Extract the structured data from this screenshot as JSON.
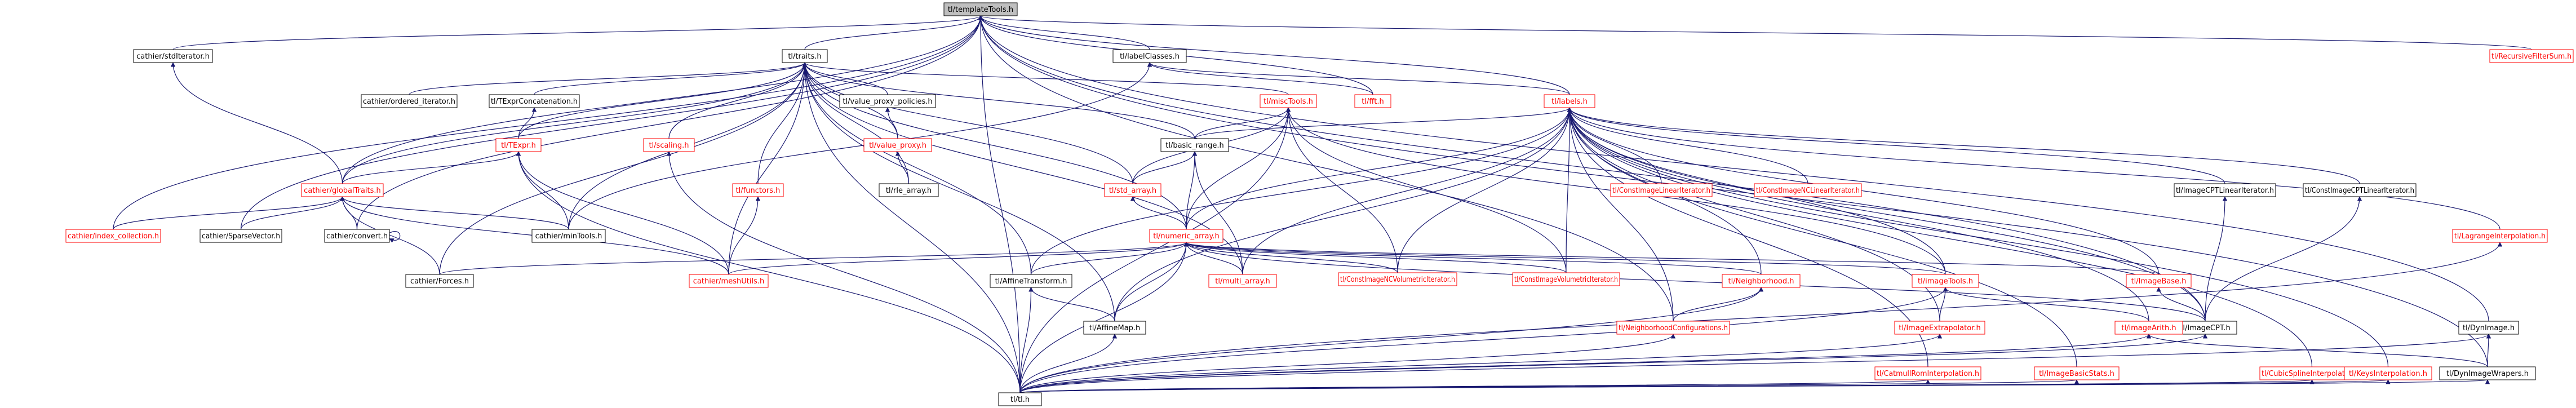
{
  "colors": {
    "edge": "#191970",
    "normal_border": "#000000",
    "missing_border": "#ff0000",
    "root_fill": "#bfbfbf"
  },
  "nodes": [
    {
      "id": "templateTools",
      "label": "tl/templateTools.h",
      "kind": "root"
    },
    {
      "id": "stdIterator",
      "label": "cathier/stdIterator.h",
      "kind": "normal"
    },
    {
      "id": "traits",
      "label": "tl/traits.h",
      "kind": "normal"
    },
    {
      "id": "labelClasses",
      "label": "tl/labelClasses.h",
      "kind": "normal"
    },
    {
      "id": "labels",
      "label": "tl/labels.h",
      "kind": "missing"
    },
    {
      "id": "recursiveFilterSum",
      "label": "tl/RecursiveFilterSum.h",
      "kind": "missing"
    },
    {
      "id": "orderedIterator",
      "label": "cathier/ordered_iterator.h",
      "kind": "normal"
    },
    {
      "id": "texprConcat",
      "label": "tl/TExprConcatenation.h",
      "kind": "normal"
    },
    {
      "id": "valueProxyPolicies",
      "label": "tl/value_proxy_policies.h",
      "kind": "normal"
    },
    {
      "id": "miscTools",
      "label": "tl/miscTools.h",
      "kind": "missing"
    },
    {
      "id": "ifft",
      "label": "tl/fft.h",
      "kind": "missing"
    },
    {
      "id": "texpr",
      "label": "tl/TExpr.h",
      "kind": "missing"
    },
    {
      "id": "scaling",
      "label": "tl/scaling.h",
      "kind": "missing"
    },
    {
      "id": "valueProxy",
      "label": "tl/value_proxy.h",
      "kind": "missing"
    },
    {
      "id": "basicRange",
      "label": "tl/basic_range.h",
      "kind": "normal"
    },
    {
      "id": "rleArray",
      "label": "tl/rle_array.h",
      "kind": "normal"
    },
    {
      "id": "globalTraits",
      "label": "cathier/globalTraits.h",
      "kind": "missing"
    },
    {
      "id": "functors",
      "label": "tl/functors.h",
      "kind": "missing"
    },
    {
      "id": "stdArray",
      "label": "tl/std_array.h",
      "kind": "missing"
    },
    {
      "id": "constImageLinearIterator",
      "label": "tl/ConstImageLinearIterator.h",
      "kind": "missing"
    },
    {
      "id": "constImageNCLinearIterator",
      "label": "tl/ConstImageNCLinearIterator.h",
      "kind": "missing"
    },
    {
      "id": "imageCPTLinearIterator",
      "label": "tl/ImageCPTLinearIterator.h",
      "kind": "normal"
    },
    {
      "id": "constImageCPTLinearIterator",
      "label": "tl/ConstImageCPTLinearIterator.h",
      "kind": "normal"
    },
    {
      "id": "dynImage",
      "label": "tl/DynImage.h",
      "kind": "normal"
    },
    {
      "id": "indexCollection",
      "label": "cathier/index_collection.h",
      "kind": "missing"
    },
    {
      "id": "sparseVector",
      "label": "cathier/SparseVector.h",
      "kind": "normal"
    },
    {
      "id": "convert",
      "label": "cathier/convert.h",
      "kind": "normal"
    },
    {
      "id": "minTools",
      "label": "cathier/minTools.h",
      "kind": "normal"
    },
    {
      "id": "numericArray",
      "label": "tl/numeric_array.h",
      "kind": "missing"
    },
    {
      "id": "lagrangeInterp",
      "label": "tl/LagrangeInterpolation.h",
      "kind": "missing"
    },
    {
      "id": "forces",
      "label": "cathier/Forces.h",
      "kind": "normal"
    },
    {
      "id": "meshUtils",
      "label": "cathier/meshUtils.h",
      "kind": "missing"
    },
    {
      "id": "affineTransform",
      "label": "tl/AffineTransform.h",
      "kind": "normal"
    },
    {
      "id": "multiArray",
      "label": "tl/multi_array.h",
      "kind": "missing"
    },
    {
      "id": "constImageNCVolIter",
      "label": "tl/ConstImageNCVolumetricIterator.h",
      "kind": "missing"
    },
    {
      "id": "constImageVolIter",
      "label": "tl/ConstImageVolumetricIterator.h",
      "kind": "missing"
    },
    {
      "id": "neighborhood",
      "label": "tl/Neighborhood.h",
      "kind": "missing"
    },
    {
      "id": "imageTools",
      "label": "tl/imageTools.h",
      "kind": "missing"
    },
    {
      "id": "imageBase",
      "label": "tl/ImageBase.h",
      "kind": "missing"
    },
    {
      "id": "imageCPT",
      "label": "tl/ImageCPT.h",
      "kind": "normal"
    },
    {
      "id": "affineMap",
      "label": "tl/AffineMap.h",
      "kind": "normal"
    },
    {
      "id": "neighborhoodConfigs",
      "label": "tl/NeighborhoodConfigurations.h",
      "kind": "missing"
    },
    {
      "id": "imageExtrapolator",
      "label": "tl/ImageExtrapolator.h",
      "kind": "missing"
    },
    {
      "id": "imageArith",
      "label": "tl/imageArith.h",
      "kind": "missing"
    },
    {
      "id": "dynImageWrapers",
      "label": "tl/DynImageWrapers.h",
      "kind": "normal"
    },
    {
      "id": "catmullRom",
      "label": "tl/CatmullRomInterpolation.h",
      "kind": "missing"
    },
    {
      "id": "imageBasicStats",
      "label": "tl/ImageBasicStats.h",
      "kind": "missing"
    },
    {
      "id": "cubicSpline",
      "label": "tl/CubicSplineInterpolation.h",
      "kind": "missing"
    },
    {
      "id": "keysInterp",
      "label": "tl/KeysInterpolation.h",
      "kind": "missing"
    },
    {
      "id": "tlTl",
      "label": "tl/tl.h",
      "kind": "normal"
    }
  ]
}
